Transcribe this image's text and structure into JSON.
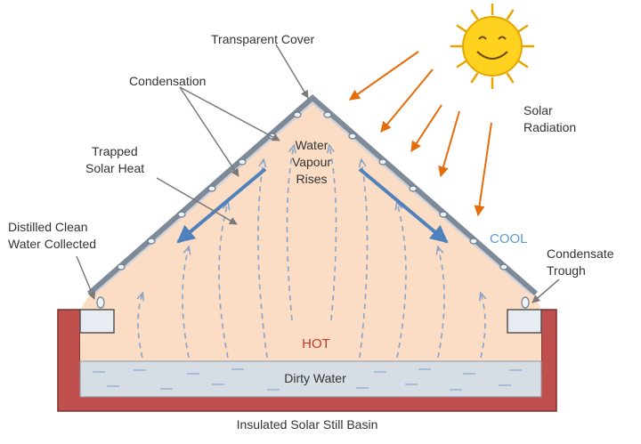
{
  "labels": {
    "transparent_cover": "Transparent Cover",
    "condensation": "Condensation",
    "trapped_heat_1": "Trapped",
    "trapped_heat_2": "Solar Heat",
    "water_vapour_1": "Water",
    "water_vapour_2": "Vapour",
    "water_vapour_3": "Rises",
    "distilled_1": "Distilled Clean",
    "distilled_2": "Water Collected",
    "solar_radiation_1": "Solar",
    "solar_radiation_2": "Radiation",
    "cool": "COOL",
    "condensate_1": "Condensate",
    "condensate_2": "Trough",
    "hot": "HOT",
    "dirty_water": "Dirty Water",
    "basin": "Insulated Solar Still Basin"
  },
  "colors": {
    "basin_wall": "#c0504d",
    "air_fill": "#fbdcc4",
    "water_fill": "#d7dde4",
    "cover": "#7f8a99",
    "arrow_blue": "#4f81bd",
    "arrow_orange": "#e46c0a",
    "sun": "#ffd21f",
    "hot": "#c0392b",
    "cool": "#5b9bd5"
  },
  "icons": {
    "sun": "smiling-sun-icon"
  }
}
